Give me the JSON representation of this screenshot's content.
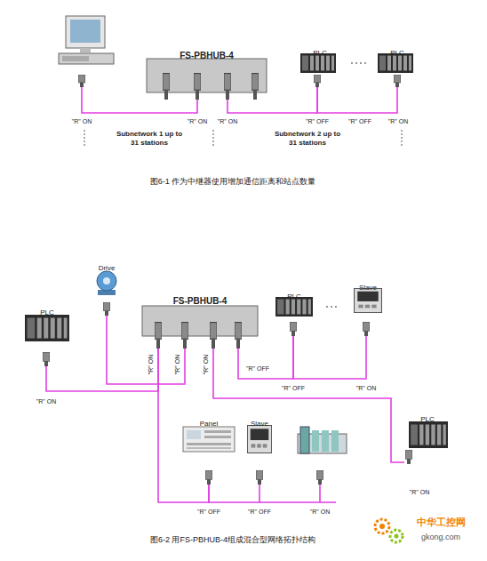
{
  "diagram": {
    "nodes": [
      {
        "text": [
          "FS-PBHUB-4"
        ]
      },
      {
        "text": [
          "PLC"
        ]
      },
      {
        "text": [
          "PLC"
        ]
      },
      {
        "text": [
          "PLC"
        ]
      },
      {
        "text": [
          "Drive"
        ]
      },
      {
        "text": [
          "FS-PBHUB-4"
        ]
      },
      {
        "text": [
          "PLC"
        ]
      },
      {
        "text": [
          "Slave"
        ]
      },
      {
        "text": [
          "Panel"
        ]
      },
      {
        "text": [
          "Slave"
        ]
      },
      {
        "text": [
          "PLC"
        ]
      }
    ],
    "edges": [
      {
        "from": 0,
        "to": 1,
        "arrow": "none"
      },
      {
        "from": 1,
        "to": 2,
        "arrow": "none"
      },
      {
        "from": 5,
        "to": 3,
        "arrow": "none"
      },
      {
        "from": 5,
        "to": 4,
        "arrow": "none"
      },
      {
        "from": 5,
        "to": 6,
        "arrow": "none"
      },
      {
        "from": 6,
        "to": 7,
        "arrow": "none"
      },
      {
        "from": 5,
        "to": 8,
        "arrow": "none"
      },
      {
        "from": 8,
        "to": 9,
        "arrow": "none"
      },
      {
        "from": 5,
        "to": 10,
        "arrow": "none"
      }
    ],
    "labels": [
      "\"R\" ON",
      "\"R\" ON",
      "\"R\" ON",
      "\"R\" OFF",
      "\"R\" OFF",
      "\"R\" ON",
      "Subnetwork 1 up to 31 stations",
      "Subnetwork 2 up to 31 stations",
      "图6-1  作为中继器使用增加通信距离和站点数量",
      "\"R\" ON",
      "\"R\" ON",
      "\"R\" ON",
      "\"R\" ON",
      "\"R\" OFF",
      "\"R\" OFF",
      "\"R\" ON",
      "\"R\" ON",
      "\"R\" OFF",
      "\"R\" OFF",
      "\"R\" ON",
      "图6-2  用FS-PBHUB-4组成混合型网络拓扑结构",
      "中华工控网",
      "gkong.com"
    ]
  }
}
